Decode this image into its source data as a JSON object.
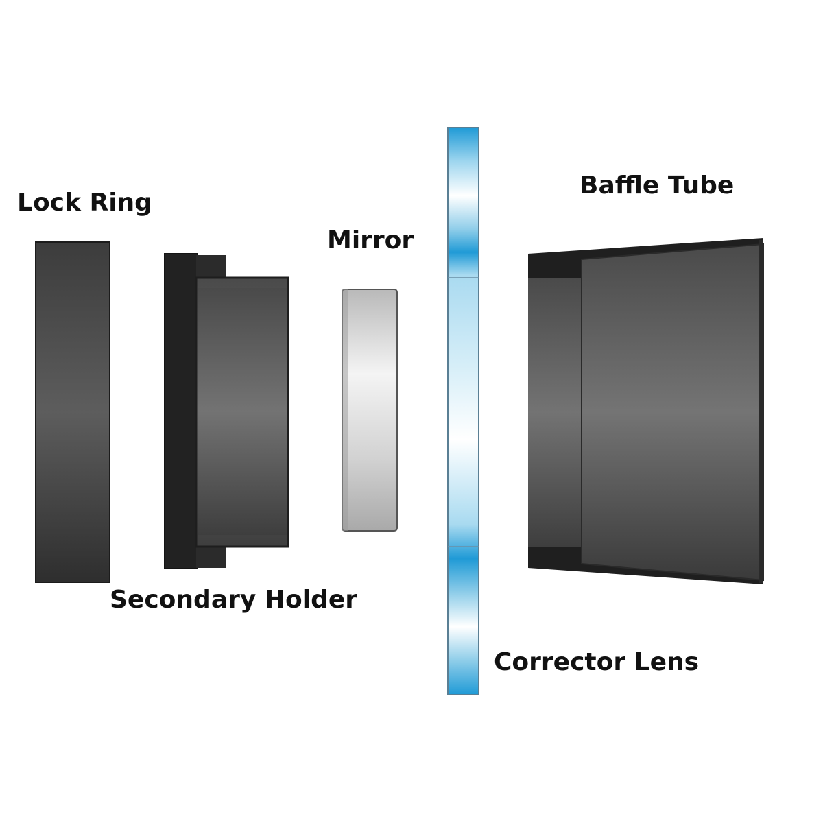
{
  "labels": {
    "lock_ring": "Lock Ring",
    "secondary_holder": "Secondary Holder",
    "mirror": "Mirror",
    "corrector_lens": "Corrector Lens",
    "baffle_tube": "Baffle Tube"
  },
  "colors": {
    "background": "#ffffff",
    "part_dark": "#2a2a2a",
    "part_mid": "#6e6e6e",
    "mirror_silver": "#d8d8d8",
    "lens_blue": "#29a3dd",
    "text": "#111111"
  }
}
